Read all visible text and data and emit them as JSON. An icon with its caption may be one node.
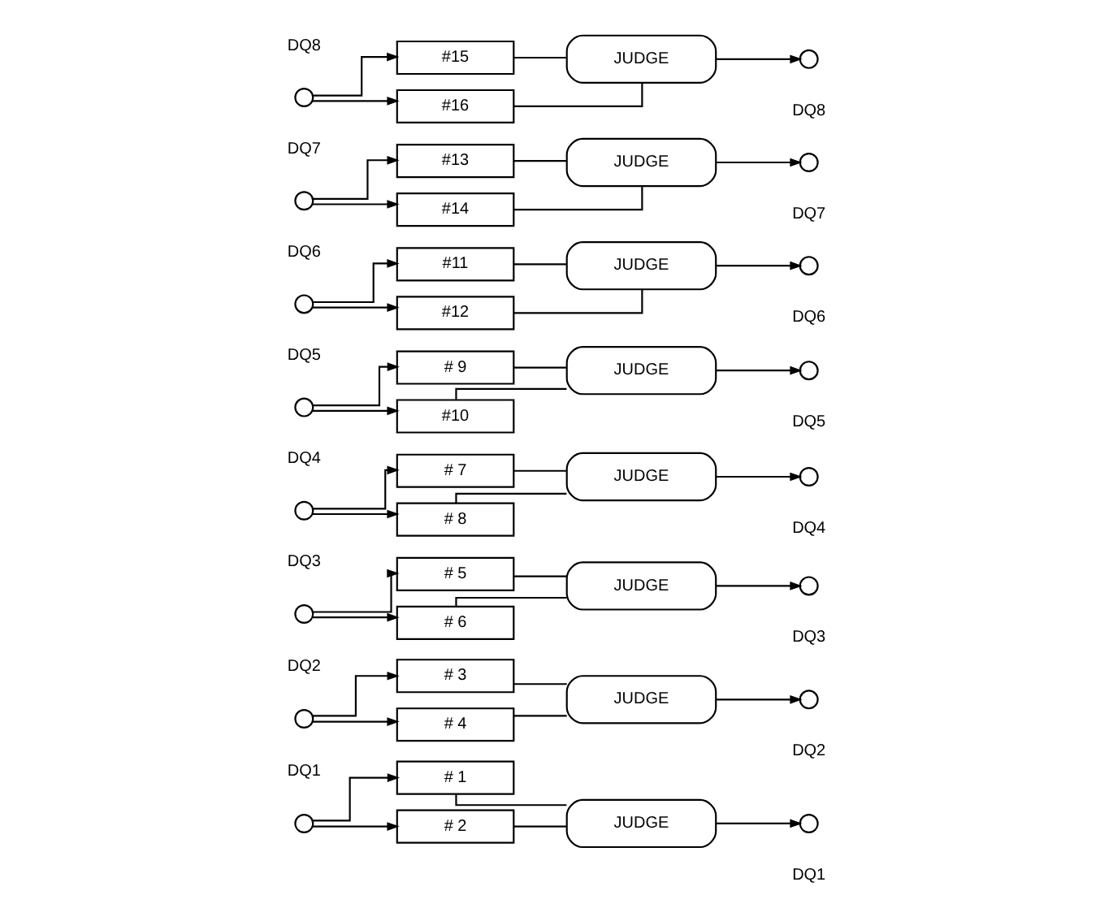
{
  "diagram": {
    "nodes": [
      {
        "text": [],
        "shape": "circle",
        "beside": [
          "DQ1"
        ]
      },
      {
        "text": [
          "# 1"
        ]
      },
      {
        "text": [
          "# 2"
        ]
      },
      {
        "text": [
          "JUDGE"
        ]
      },
      {
        "text": [],
        "shape": "circle",
        "beside": [
          "DQ1"
        ]
      },
      {
        "text": [],
        "shape": "circle",
        "beside": [
          "DQ2"
        ]
      },
      {
        "text": [
          "# 3"
        ]
      },
      {
        "text": [
          "# 4"
        ]
      },
      {
        "text": [
          "JUDGE"
        ]
      },
      {
        "text": [],
        "shape": "circle",
        "beside": [
          "DQ2"
        ]
      },
      {
        "text": [],
        "shape": "circle",
        "beside": [
          "DQ3"
        ]
      },
      {
        "text": [
          "# 5"
        ]
      },
      {
        "text": [
          "# 6"
        ]
      },
      {
        "text": [
          "JUDGE"
        ]
      },
      {
        "text": [],
        "shape": "circle",
        "beside": [
          "DQ3"
        ]
      },
      {
        "text": [],
        "shape": "circle",
        "beside": [
          "DQ4"
        ]
      },
      {
        "text": [
          "# 7"
        ]
      },
      {
        "text": [
          "# 8"
        ]
      },
      {
        "text": [
          "JUDGE"
        ]
      },
      {
        "text": [],
        "shape": "circle",
        "beside": [
          "DQ4"
        ]
      },
      {
        "text": [],
        "shape": "circle",
        "beside": [
          "DQ5"
        ]
      },
      {
        "text": [
          "# 9"
        ]
      },
      {
        "text": [
          "#10"
        ]
      },
      {
        "text": [
          "JUDGE"
        ]
      },
      {
        "text": [],
        "shape": "circle",
        "beside": [
          "DQ5"
        ]
      },
      {
        "text": [],
        "shape": "circle",
        "beside": [
          "DQ6"
        ]
      },
      {
        "text": [
          "#11"
        ]
      },
      {
        "text": [
          "#12"
        ]
      },
      {
        "text": [
          "JUDGE"
        ]
      },
      {
        "text": [],
        "shape": "circle",
        "beside": [
          "DQ6"
        ]
      },
      {
        "text": [],
        "shape": "circle",
        "beside": [
          "DQ7"
        ]
      },
      {
        "text": [
          "#13"
        ]
      },
      {
        "text": [
          "#14"
        ]
      },
      {
        "text": [
          "JUDGE"
        ]
      },
      {
        "text": [],
        "shape": "circle",
        "beside": [
          "DQ7"
        ]
      },
      {
        "text": [],
        "shape": "circle",
        "beside": [
          "DQ8"
        ]
      },
      {
        "text": [
          "#15"
        ]
      },
      {
        "text": [
          "#16"
        ]
      },
      {
        "text": [
          "JUDGE"
        ]
      },
      {
        "text": [],
        "shape": "circle",
        "beside": [
          "DQ8"
        ]
      }
    ],
    "edges": [
      {
        "from": 0,
        "to": 1,
        "arrow": "to"
      },
      {
        "from": 0,
        "to": 2,
        "arrow": "to"
      },
      {
        "from": 1,
        "to": 3,
        "arrow": "none"
      },
      {
        "from": 2,
        "to": 3,
        "arrow": "none"
      },
      {
        "from": 3,
        "to": 4,
        "arrow": "to"
      },
      {
        "from": 5,
        "to": 6,
        "arrow": "to"
      },
      {
        "from": 5,
        "to": 7,
        "arrow": "to"
      },
      {
        "from": 6,
        "to": 8,
        "arrow": "none"
      },
      {
        "from": 7,
        "to": 8,
        "arrow": "none"
      },
      {
        "from": 8,
        "to": 9,
        "arrow": "to"
      },
      {
        "from": 10,
        "to": 11,
        "arrow": "to"
      },
      {
        "from": 10,
        "to": 12,
        "arrow": "to"
      },
      {
        "from": 11,
        "to": 13,
        "arrow": "none"
      },
      {
        "from": 12,
        "to": 13,
        "arrow": "none"
      },
      {
        "from": 13,
        "to": 14,
        "arrow": "to"
      },
      {
        "from": 15,
        "to": 16,
        "arrow": "to"
      },
      {
        "from": 15,
        "to": 17,
        "arrow": "to"
      },
      {
        "from": 16,
        "to": 18,
        "arrow": "none"
      },
      {
        "from": 17,
        "to": 18,
        "arrow": "none"
      },
      {
        "from": 18,
        "to": 19,
        "arrow": "to"
      },
      {
        "from": 20,
        "to": 21,
        "arrow": "to"
      },
      {
        "from": 20,
        "to": 22,
        "arrow": "to"
      },
      {
        "from": 21,
        "to": 23,
        "arrow": "none"
      },
      {
        "from": 22,
        "to": 23,
        "arrow": "none"
      },
      {
        "from": 23,
        "to": 24,
        "arrow": "to"
      },
      {
        "from": 25,
        "to": 26,
        "arrow": "to"
      },
      {
        "from": 25,
        "to": 27,
        "arrow": "to"
      },
      {
        "from": 26,
        "to": 28,
        "arrow": "none"
      },
      {
        "from": 27,
        "to": 28,
        "arrow": "none"
      },
      {
        "from": 28,
        "to": 29,
        "arrow": "to"
      },
      {
        "from": 30,
        "to": 31,
        "arrow": "to"
      },
      {
        "from": 30,
        "to": 32,
        "arrow": "to"
      },
      {
        "from": 31,
        "to": 33,
        "arrow": "none"
      },
      {
        "from": 32,
        "to": 33,
        "arrow": "none"
      },
      {
        "from": 33,
        "to": 34,
        "arrow": "to"
      },
      {
        "from": 35,
        "to": 36,
        "arrow": "to"
      },
      {
        "from": 35,
        "to": 37,
        "arrow": "to"
      },
      {
        "from": 36,
        "to": 38,
        "arrow": "none"
      },
      {
        "from": 37,
        "to": 38,
        "arrow": "none"
      },
      {
        "from": 38,
        "to": 39,
        "arrow": "to"
      }
    ]
  }
}
